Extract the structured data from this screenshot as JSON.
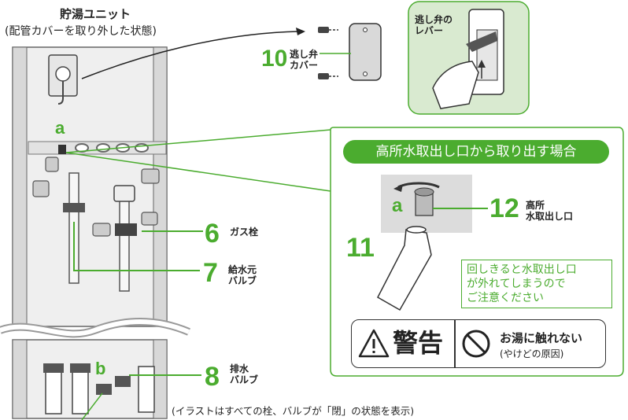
{
  "header": {
    "title": "貯湯ユニット",
    "subtitle": "(配管カバーを取り外した状態)"
  },
  "callouts": {
    "relief_cover": {
      "num": "10",
      "label_l1": "逃し弁",
      "label_l2": "カバー"
    },
    "relief_lever": {
      "label_l1": "逃し弁の",
      "label_l2": "レバー"
    },
    "gas_valve": {
      "num": "6",
      "label": "ガス栓"
    },
    "water_valve": {
      "num": "7",
      "label_l1": "給水元",
      "label_l2": "バルブ"
    },
    "drain_valve": {
      "num": "8",
      "label_l1": "排水",
      "label_l2": "バルブ"
    },
    "high_outlet": {
      "num": "12",
      "label_l1": "高所",
      "label_l2": "水取出し口"
    },
    "bottle": {
      "num": "11"
    }
  },
  "markers": {
    "a_main": "a",
    "a_inset": "a",
    "b_main": "b"
  },
  "inset": {
    "banner": "高所水取出し口から取り出す場合",
    "notice_l1": "回しきると水取出し口",
    "notice_l2": "が外れてしまうので",
    "notice_l3": "ご注意ください",
    "warning_word": "警告",
    "warning_text": "お湯に触れない",
    "warning_sub": "(やけどの原因)"
  },
  "footnote": "(イラストはすべての栓、バルブが「閉」の状態を表示)",
  "colors": {
    "accent": "#4bac2f",
    "inset_bg": "#d9ead0",
    "gray": "#dcdcdc"
  }
}
